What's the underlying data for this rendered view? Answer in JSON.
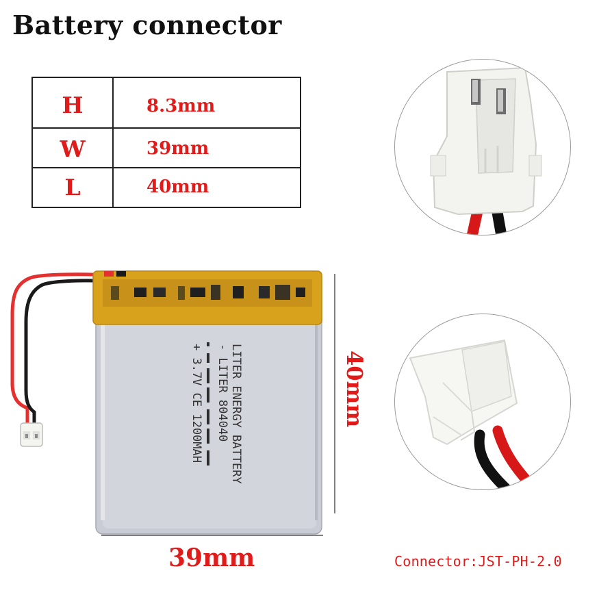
{
  "header": {
    "title": "Battery connector"
  },
  "dimensions_table": {
    "rows": [
      {
        "label": "H",
        "value": "8.3mm"
      },
      {
        "label": "W",
        "value": "39mm"
      },
      {
        "label": "L",
        "value": "40mm"
      }
    ]
  },
  "battery": {
    "label_lines": [
      "LITER ENERGY BATTERY",
      "- LITER      804040",
      "+ 3.7V CE  1200MAH"
    ],
    "width_dimension": "39mm",
    "height_dimension": "40mm"
  },
  "caption": {
    "connector": "Connector:JST-PH-2.0"
  },
  "colors": {
    "accent_red": "#e11a1a",
    "cell_silver": "#c9ccd4",
    "kapton_yellow": "#d8a21c",
    "connector_white": "#f3f3f0",
    "wire_red": "#d61818",
    "wire_black": "#111111"
  }
}
